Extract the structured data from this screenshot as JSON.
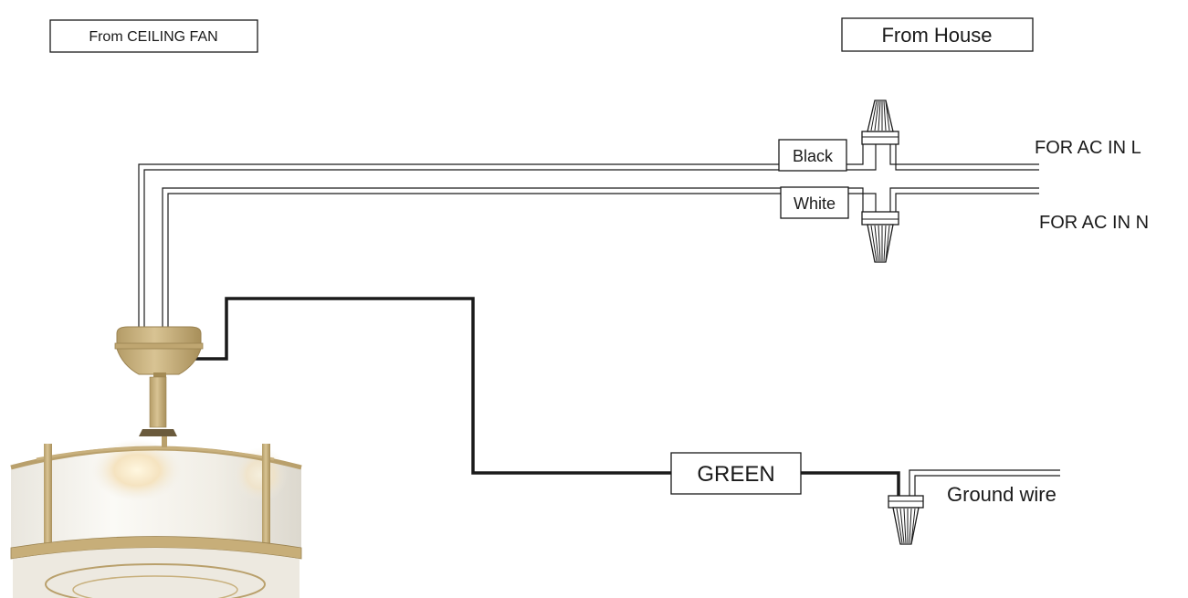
{
  "headers": {
    "from_fan": "From CEILING FAN",
    "from_house": "From House"
  },
  "wires": {
    "black": "Black",
    "white": "White",
    "green": "GREEN",
    "ac_in_l": "FOR AC IN L",
    "ac_in_n": "FOR AC IN N",
    "ground": "Ground wire"
  },
  "colors": {
    "fan_body": "#c9b07a",
    "fan_body_shadow": "#a48b55",
    "shade": "#f2f0ea",
    "wire": "#1a1a1a"
  }
}
